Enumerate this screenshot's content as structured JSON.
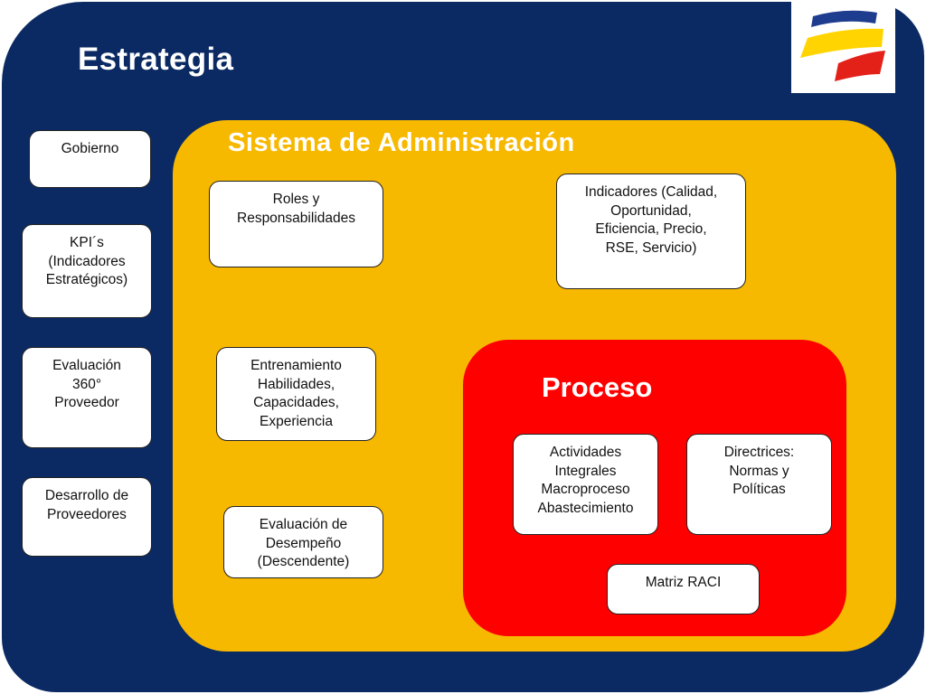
{
  "strategy": {
    "title": "Estrategia"
  },
  "sidebar": {
    "items": [
      {
        "label": "Gobierno"
      },
      {
        "label": "KPI´s\n(Indicadores\nEstratégicos)"
      },
      {
        "label": "Evaluación\n360°\nProveedor"
      },
      {
        "label": "Desarrollo de\nProveedores"
      }
    ]
  },
  "system": {
    "title": "Sistema de Administración",
    "roles": "Roles y\nResponsabilidades",
    "indicators": "Indicadores (Calidad,\nOportunidad,\nEficiencia, Precio,\nRSE, Servicio)",
    "training": "Entrenamiento\nHabilidades,\nCapacidades,\nExperiencia",
    "performance": "Evaluación de\nDesempeño\n(Descendente)"
  },
  "process": {
    "title": "Proceso",
    "activities": "Actividades\nIntegrales\nMacroproceso\nAbastecimiento",
    "guidelines": "Directrices:\nNormas y\nPolíticas",
    "raci": "Matriz RACI"
  },
  "colors": {
    "frame": "#0b2a63",
    "system": "#f7b800",
    "process": "#ff0000",
    "logo_blue": "#1f3d8f",
    "logo_yellow": "#ffd400",
    "logo_red": "#e32119"
  }
}
